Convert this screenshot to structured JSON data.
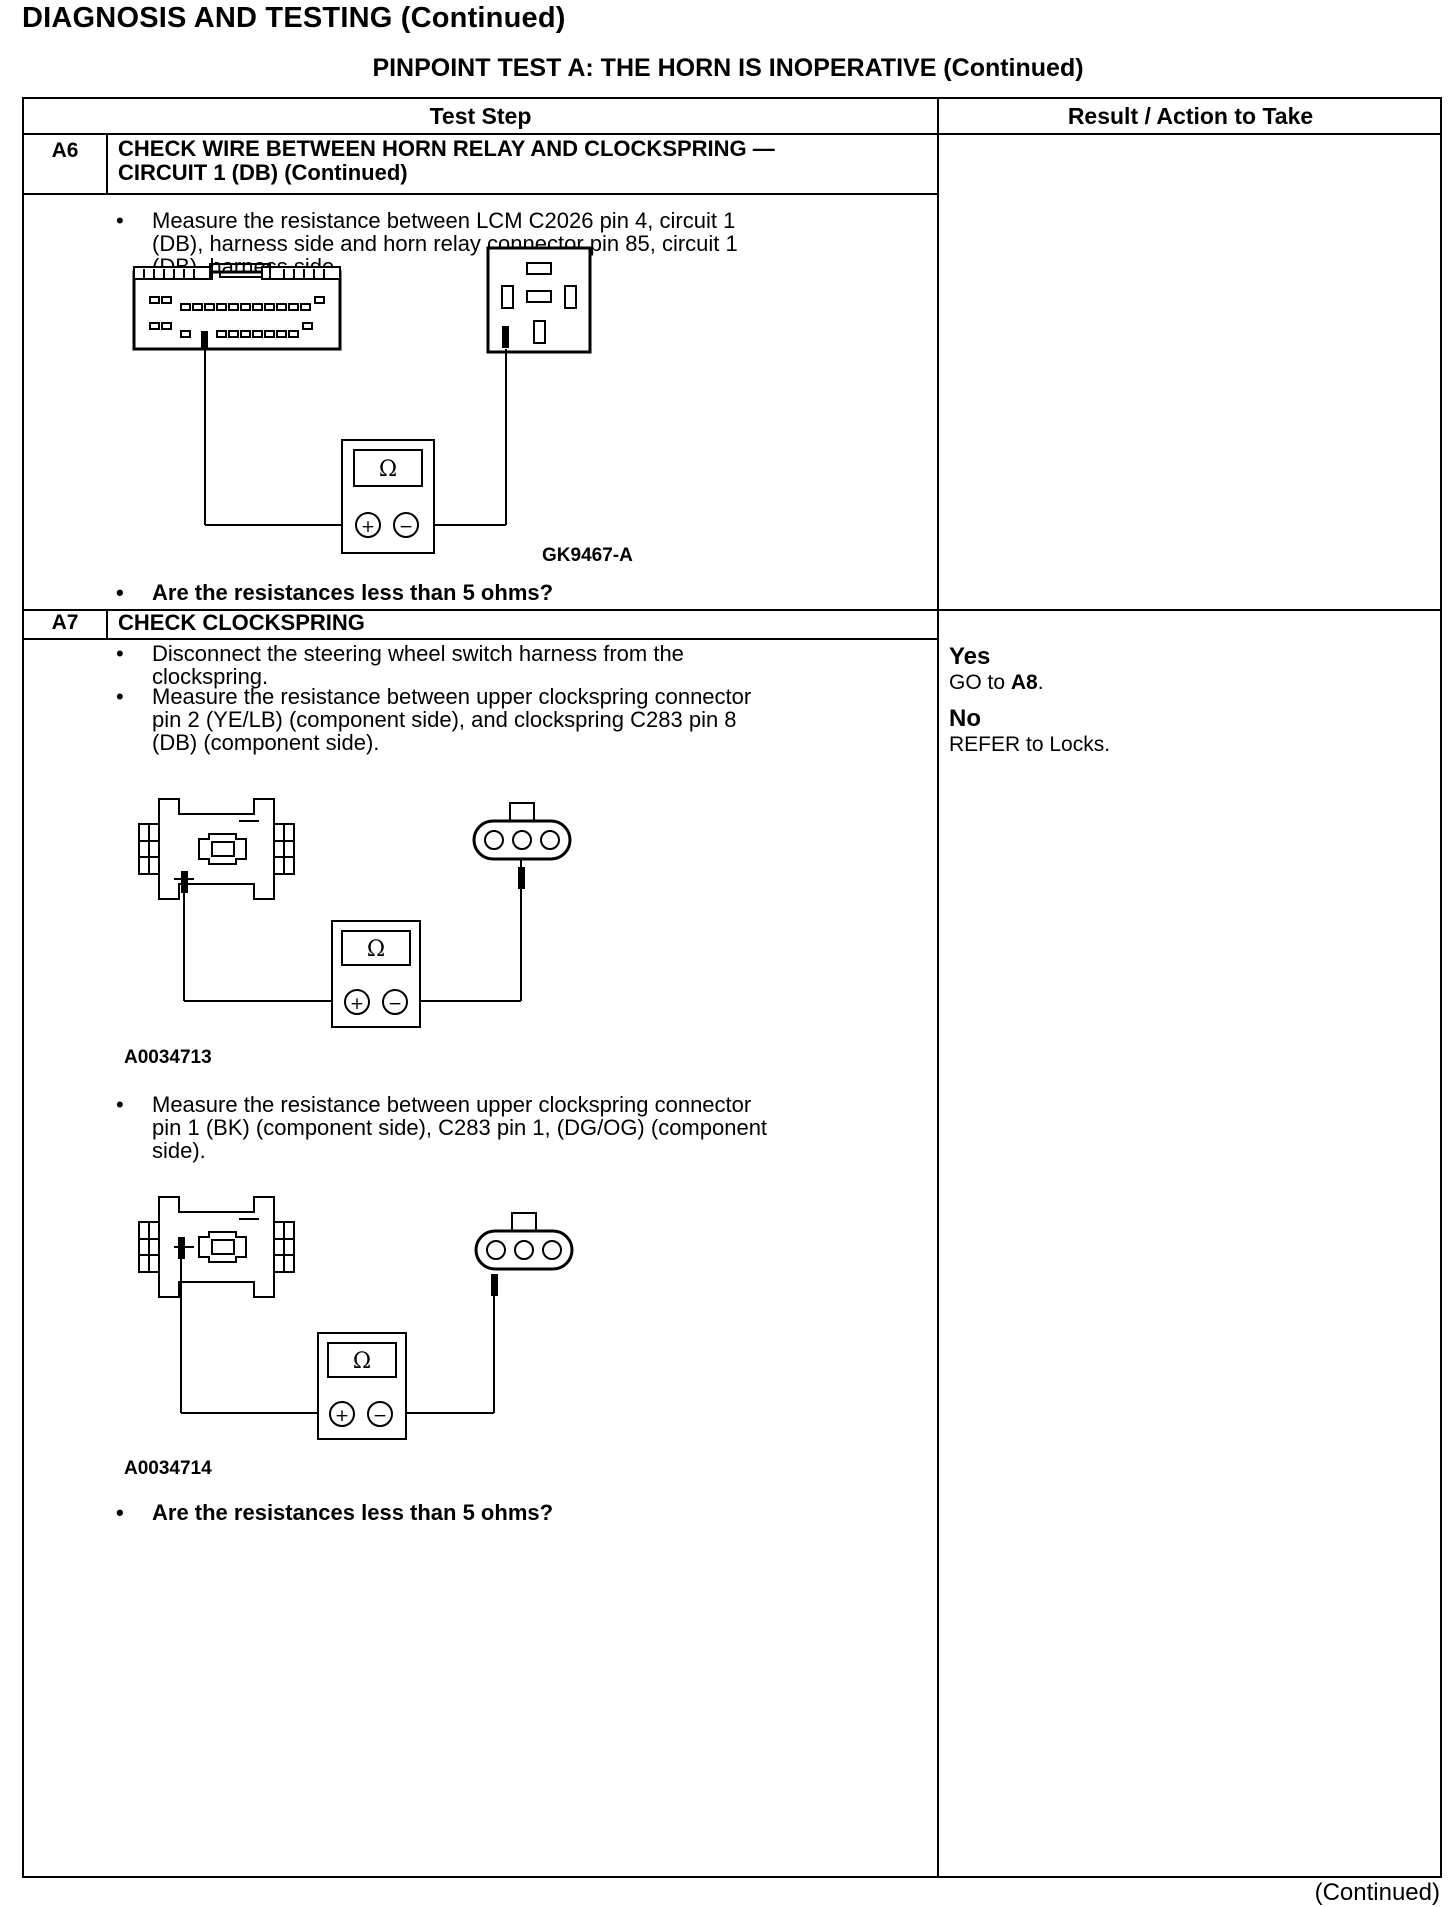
{
  "header": {
    "title": "DIAGNOSIS AND TESTING (Continued)"
  },
  "test": {
    "title": "PINPOINT TEST  A: THE HORN IS INOPERATIVE (Continued)"
  },
  "table": {
    "col_step": "Test Step",
    "col_result": "Result / Action to Take"
  },
  "steps": [
    {
      "id": "A6",
      "title_line1": "CHECK WIRE BETWEEN HORN RELAY AND CLOCKSPRING —",
      "title_line2": "CIRCUIT 1 (DB) (Continued)",
      "bullet1_l1": "Measure the resistance between LCM C2026 pin 4, circuit 1",
      "bullet1_l2": "(DB), harness side and horn relay connector pin 85, circuit 1",
      "bullet1_l3": "(DB), harness side.",
      "figure": {
        "ohm_symbol": "Ω",
        "plus": "+",
        "minus": "−",
        "code": "GK9467-A"
      },
      "question": "Are the resistances less than 5 ohms?"
    },
    {
      "id": "A7",
      "title": "CHECK CLOCKSPRING",
      "bullet1_l1": "Disconnect the steering wheel switch harness from the",
      "bullet1_l2": "clockspring.",
      "bullet2_l1": "Measure the resistance between upper clockspring connector",
      "bullet2_l2": "pin 2 (YE/LB) (component side), and clockspring C283 pin 8",
      "bullet2_l3": "(DB) (component side).",
      "figure1": {
        "ohm_symbol": "Ω",
        "plus": "+",
        "minus": "−",
        "code": "A0034713"
      },
      "bullet3_l1": "Measure the resistance between upper clockspring connector",
      "bullet3_l2": "pin 1 (BK) (component side), C283 pin 1, (DG/OG) (component",
      "bullet3_l3": "side).",
      "figure2": {
        "ohm_symbol": "Ω",
        "plus": "+",
        "minus": "−",
        "code": "A0034714"
      },
      "question": "Are the resistances less than 5 ohms?",
      "result": {
        "yes_label": "Yes",
        "yes_action_prefix": "GO to ",
        "yes_action_target": "A8",
        "yes_action_suffix": ".",
        "no_label": "No",
        "no_action": "REFER to Locks."
      }
    }
  ],
  "footer": {
    "continued": "(Continued)"
  },
  "bullet_char": "•"
}
